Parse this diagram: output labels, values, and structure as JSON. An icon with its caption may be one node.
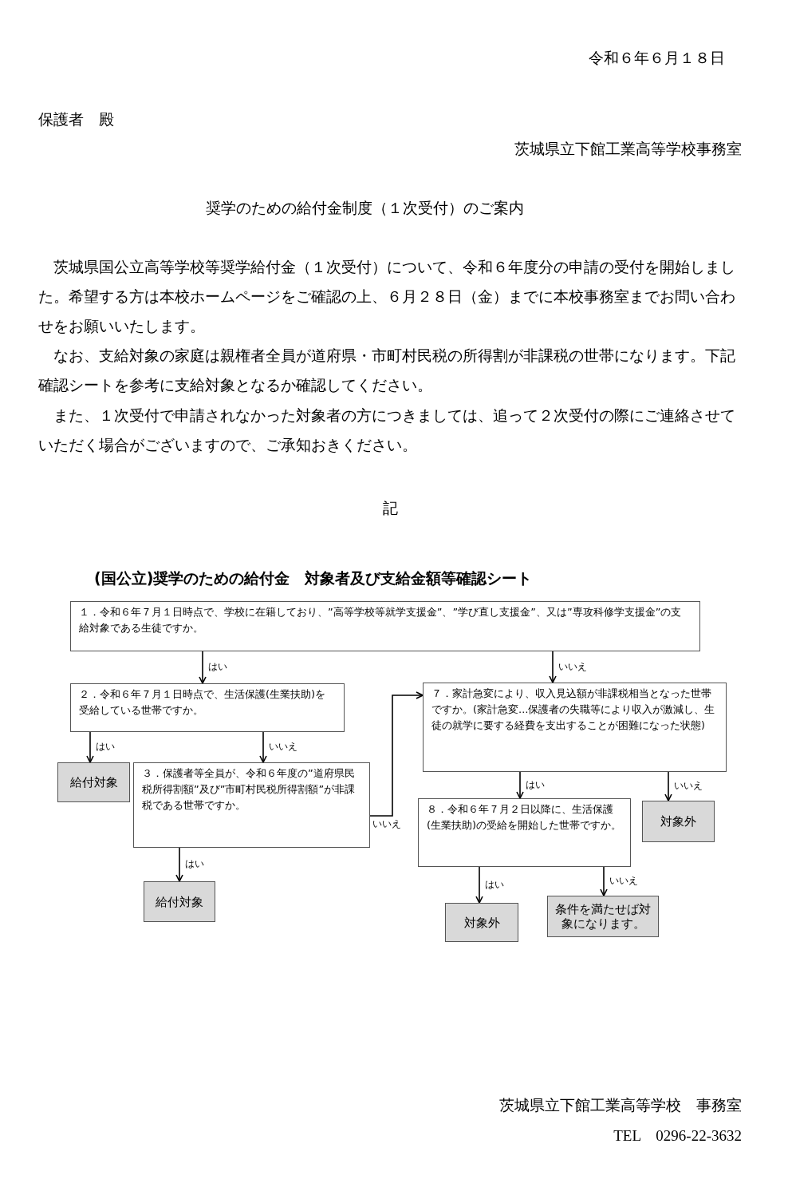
{
  "diagram": {
    "title": "奨学のための給付金制度（１次受付）のご案内",
    "nodes": [
      {
        "text": [
          "１．令和６年７月１日時点で、学校に在籍しており、”高等学校等就学支援金”、”学び直し支援金”、又は”専攻科修学支援金”の支給対象である生徒ですか。"
        ]
      },
      {
        "text": [
          "２．令和６年７月１日時点で、生活保護(生業扶助)を受給している世帯ですか。"
        ]
      },
      {
        "text": [
          "給付対象"
        ]
      },
      {
        "text": [
          "３．保護者等全員が、令和６年度の”道府県民税所得割額”及び”市町村民税所得割額”が非課税である世帯ですか。"
        ]
      },
      {
        "text": [
          "給付対象"
        ]
      },
      {
        "text": [
          "７．家計急変により、収入見込額が非課税相当となった世帯ですか。",
          "(家計急変…保護者の失職等により収入が激減し、生徒の就学に要する経費を支出することが困難になった状態)"
        ]
      },
      {
        "text": [
          "８．令和６年７月２日以降に、生活保護(生業扶助)の受給を開始した世帯ですか。"
        ]
      },
      {
        "text": [
          "対象外"
        ]
      },
      {
        "text": [
          "対象外"
        ]
      },
      {
        "text": [
          "条件を満たせば対象になります。"
        ]
      }
    ],
    "edges": [
      {
        "from": 0,
        "to": 1,
        "arrow": "to",
        "label": "はい"
      },
      {
        "from": 0,
        "to": 5,
        "arrow": "to",
        "label": "いいえ"
      },
      {
        "from": 1,
        "to": 2,
        "arrow": "to",
        "label": "はい"
      },
      {
        "from": 1,
        "to": 3,
        "arrow": "to",
        "label": "いいえ"
      },
      {
        "from": 3,
        "to": 4,
        "arrow": "to",
        "label": "はい"
      },
      {
        "from": 3,
        "to": 5,
        "arrow": "to",
        "label": "いいえ"
      },
      {
        "from": 5,
        "to": 6,
        "arrow": "to",
        "label": "はい"
      },
      {
        "from": 5,
        "to": 7,
        "arrow": "to",
        "label": "いいえ"
      },
      {
        "from": 6,
        "to": 8,
        "arrow": "to",
        "label": "はい"
      },
      {
        "from": 6,
        "to": 9,
        "arrow": "to",
        "label": "いいえ"
      }
    ],
    "labels": [
      "令和６年６月１８日",
      "保護者　殿",
      "茨城県立下館工業高等学校事務室",
      "茨城県国公立高等学校等奨学給付金（１次受付）について、令和６年度分の申請の受付を開始しました。希望する方は本校ホームページをご確認の上、６月２８日（金）までに本校事務室までお問い合わせをお願いいたします。",
      "なお、支給対象の家庭は親権者全員が道府県・市町村民税の所得割が非課税の世帯になります。下記確認シートを参考に支給対象となるか確認してください。",
      "また、１次受付で申請されなかった対象者の方につきましては、追って２次受付の際にご連絡させていただく場合がございますので、ご承知おきください。",
      "記",
      "(国公立)奨学のための給付金　対象者及び支給金額等確認シート",
      "茨城県立下館工業高等学校　事務室",
      "TEL　0296-22-3632"
    ]
  }
}
